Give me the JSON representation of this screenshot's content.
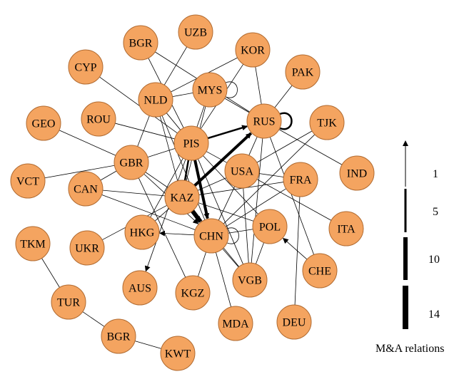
{
  "network": {
    "nodes": [
      {
        "id": "UZB",
        "label": "UZB"
      },
      {
        "id": "BGR1",
        "label": "BGR"
      },
      {
        "id": "KOR",
        "label": "KOR"
      },
      {
        "id": "CYP",
        "label": "CYP"
      },
      {
        "id": "PAK",
        "label": "PAK"
      },
      {
        "id": "NLD",
        "label": "NLD"
      },
      {
        "id": "MYS",
        "label": "MYS"
      },
      {
        "id": "GEO",
        "label": "GEO"
      },
      {
        "id": "ROU",
        "label": "ROU"
      },
      {
        "id": "RUS",
        "label": "RUS"
      },
      {
        "id": "TJK",
        "label": "TJK"
      },
      {
        "id": "PIS",
        "label": "PIS"
      },
      {
        "id": "GBR",
        "label": "GBR"
      },
      {
        "id": "USA",
        "label": "USA"
      },
      {
        "id": "IND",
        "label": "IND"
      },
      {
        "id": "VCT",
        "label": "VCT"
      },
      {
        "id": "FRA",
        "label": "FRA"
      },
      {
        "id": "CAN",
        "label": "CAN"
      },
      {
        "id": "KAZ",
        "label": "KAZ"
      },
      {
        "id": "POL",
        "label": "POL"
      },
      {
        "id": "ITA",
        "label": "ITA"
      },
      {
        "id": "HKG",
        "label": "HKG"
      },
      {
        "id": "CHN",
        "label": "CHN"
      },
      {
        "id": "TKM",
        "label": "TKM"
      },
      {
        "id": "UKR",
        "label": "UKR"
      },
      {
        "id": "CHE",
        "label": "CHE"
      },
      {
        "id": "VGB",
        "label": "VGB"
      },
      {
        "id": "AUS",
        "label": "AUS"
      },
      {
        "id": "KGZ",
        "label": "KGZ"
      },
      {
        "id": "TUR",
        "label": "TUR"
      },
      {
        "id": "DEU",
        "label": "DEU"
      },
      {
        "id": "BGR2",
        "label": "BGR"
      },
      {
        "id": "MDA",
        "label": "MDA"
      },
      {
        "id": "KWT",
        "label": "KWT"
      }
    ],
    "edges": [
      {
        "from": "PIS",
        "to": "RUS",
        "weight": 5,
        "arrow": true
      },
      {
        "from": "PIS",
        "to": "CHN",
        "weight": 10,
        "arrow": true
      },
      {
        "from": "KAZ",
        "to": "RUS",
        "weight": 10,
        "arrow": true
      },
      {
        "from": "KAZ",
        "to": "CHN",
        "weight": 14,
        "arrow": true
      },
      {
        "from": "PIS",
        "to": "KAZ",
        "weight": 5,
        "arrow": false
      },
      {
        "from": "RUS",
        "to": "RUS",
        "weight": 5,
        "arrow": false,
        "loop": true
      },
      {
        "from": "MYS",
        "to": "MYS",
        "weight": 1,
        "arrow": false,
        "loop": true
      },
      {
        "from": "CHN",
        "to": "CHN",
        "weight": 1,
        "arrow": false,
        "loop": true
      },
      {
        "from": "CHN",
        "to": "HKG",
        "weight": 1,
        "arrow": true
      },
      {
        "from": "CHE",
        "to": "POL",
        "weight": 1,
        "arrow": true
      },
      {
        "from": "PIS",
        "to": "AUS",
        "weight": 1,
        "arrow": true
      },
      {
        "from": "KOR",
        "to": "RUS",
        "weight": 1,
        "arrow": false
      },
      {
        "from": "KOR",
        "to": "NLD",
        "weight": 1,
        "arrow": false
      },
      {
        "from": "KOR",
        "to": "PIS",
        "weight": 1,
        "arrow": false
      },
      {
        "from": "UZB",
        "to": "NLD",
        "weight": 1,
        "arrow": false
      },
      {
        "from": "BGR1",
        "to": "PIS",
        "weight": 1,
        "arrow": false
      },
      {
        "from": "BGR1",
        "to": "RUS",
        "weight": 1,
        "arrow": false
      },
      {
        "from": "CYP",
        "to": "PIS",
        "weight": 1,
        "arrow": false
      },
      {
        "from": "PAK",
        "to": "RUS",
        "weight": 1,
        "arrow": false
      },
      {
        "from": "NLD",
        "to": "PIS",
        "weight": 1,
        "arrow": false
      },
      {
        "from": "NLD",
        "to": "MYS",
        "weight": 1,
        "arrow": false
      },
      {
        "from": "NLD",
        "to": "GBR",
        "weight": 1,
        "arrow": false
      },
      {
        "from": "NLD",
        "to": "CHN",
        "weight": 1,
        "arrow": false
      },
      {
        "from": "NLD",
        "to": "KAZ",
        "weight": 1,
        "arrow": false
      },
      {
        "from": "MYS",
        "to": "PIS",
        "weight": 1,
        "arrow": false
      },
      {
        "from": "MYS",
        "to": "KAZ",
        "weight": 1,
        "arrow": false
      },
      {
        "from": "MYS",
        "to": "RUS",
        "weight": 1,
        "arrow": false
      },
      {
        "from": "ROU",
        "to": "PIS",
        "weight": 1,
        "arrow": false
      },
      {
        "from": "RUS",
        "to": "IND",
        "weight": 1,
        "arrow": false
      },
      {
        "from": "RUS",
        "to": "USA",
        "weight": 1,
        "arrow": false
      },
      {
        "from": "RUS",
        "to": "VGB",
        "weight": 1,
        "arrow": false
      },
      {
        "from": "RUS",
        "to": "CHE",
        "weight": 1,
        "arrow": false
      },
      {
        "from": "TJK",
        "to": "USA",
        "weight": 1,
        "arrow": false
      },
      {
        "from": "TJK",
        "to": "CHN",
        "weight": 1,
        "arrow": false
      },
      {
        "from": "PIS",
        "to": "GBR",
        "weight": 1,
        "arrow": false
      },
      {
        "from": "PIS",
        "to": "USA",
        "weight": 1,
        "arrow": false
      },
      {
        "from": "PIS",
        "to": "POL",
        "weight": 1,
        "arrow": false
      },
      {
        "from": "PIS",
        "to": "HKG",
        "weight": 1,
        "arrow": false
      },
      {
        "from": "PIS",
        "to": "VGB",
        "weight": 1,
        "arrow": false
      },
      {
        "from": "GBR",
        "to": "VCT",
        "weight": 1,
        "arrow": false
      },
      {
        "from": "GBR",
        "to": "CAN",
        "weight": 1,
        "arrow": false
      },
      {
        "from": "GBR",
        "to": "KAZ",
        "weight": 1,
        "arrow": false
      },
      {
        "from": "GBR",
        "to": "CHN",
        "weight": 1,
        "arrow": true
      },
      {
        "from": "GBR",
        "to": "KGZ",
        "weight": 1,
        "arrow": false
      },
      {
        "from": "GEO",
        "to": "GBR",
        "weight": 1,
        "arrow": false
      },
      {
        "from": "USA",
        "to": "KAZ",
        "weight": 1,
        "arrow": false
      },
      {
        "from": "USA",
        "to": "CHN",
        "weight": 1,
        "arrow": false
      },
      {
        "from": "USA",
        "to": "FRA",
        "weight": 1,
        "arrow": false
      },
      {
        "from": "USA",
        "to": "ITA",
        "weight": 1,
        "arrow": false
      },
      {
        "from": "USA",
        "to": "VGB",
        "weight": 1,
        "arrow": false
      },
      {
        "from": "FRA",
        "to": "KAZ",
        "weight": 1,
        "arrow": false
      },
      {
        "from": "FRA",
        "to": "CHN",
        "weight": 1,
        "arrow": false
      },
      {
        "from": "FRA",
        "to": "DEU",
        "weight": 1,
        "arrow": false
      },
      {
        "from": "CAN",
        "to": "KAZ",
        "weight": 1,
        "arrow": false
      },
      {
        "from": "CAN",
        "to": "CHN",
        "weight": 1,
        "arrow": false
      },
      {
        "from": "KAZ",
        "to": "UKR",
        "weight": 1,
        "arrow": false
      },
      {
        "from": "KAZ",
        "to": "POL",
        "weight": 1,
        "arrow": false
      },
      {
        "from": "KAZ",
        "to": "VGB",
        "weight": 1,
        "arrow": false
      },
      {
        "from": "KAZ",
        "to": "HKG",
        "weight": 1,
        "arrow": false
      },
      {
        "from": "POL",
        "to": "CHN",
        "weight": 1,
        "arrow": false
      },
      {
        "from": "POL",
        "to": "VGB",
        "weight": 1,
        "arrow": false
      },
      {
        "from": "CHN",
        "to": "MDA",
        "weight": 1,
        "arrow": false
      },
      {
        "from": "CHN",
        "to": "KGZ",
        "weight": 1,
        "arrow": false
      },
      {
        "from": "CHN",
        "to": "VGB",
        "weight": 1,
        "arrow": false
      },
      {
        "from": "TKM",
        "to": "TUR",
        "weight": 1,
        "arrow": false
      },
      {
        "from": "TUR",
        "to": "BGR2",
        "weight": 1,
        "arrow": false
      },
      {
        "from": "BGR2",
        "to": "KWT",
        "weight": 1,
        "arrow": false
      }
    ]
  },
  "legend": {
    "items": [
      {
        "label": "1",
        "weight": 1
      },
      {
        "label": "5",
        "weight": 5
      },
      {
        "label": "10",
        "weight": 10
      },
      {
        "label": "14",
        "weight": 14
      }
    ],
    "title": "M&A relations"
  },
  "colors": {
    "node_fill": "#f4a460",
    "node_stroke": "#b06a30",
    "edge": "#000000"
  }
}
